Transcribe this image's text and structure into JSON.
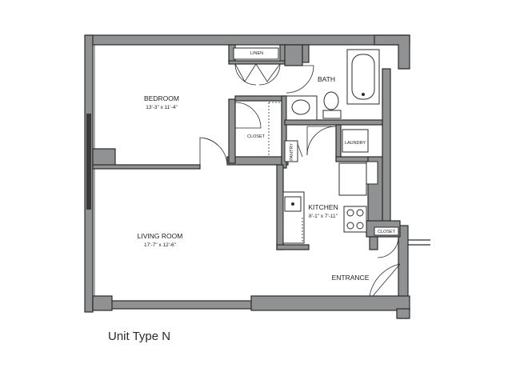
{
  "rooms": {
    "bedroom": {
      "name": "BEDROOM",
      "dims": "13'-3\" x 11'-4\""
    },
    "bath": {
      "name": "BATH"
    },
    "linen": {
      "name": "LINEN"
    },
    "closet_bedroom": {
      "name": "CLOSET"
    },
    "pantry": {
      "name": "PANTRY"
    },
    "laundry": {
      "name": "LAUNDRY"
    },
    "kitchen": {
      "name": "KITCHEN",
      "dims": "8'-1\" x 7'-11\""
    },
    "closet_entry": {
      "name": "CLOSET"
    },
    "living_room": {
      "name": "LIVING ROOM",
      "dims": "17'-7\" x 12'-6\""
    },
    "entrance": {
      "name": "ENTRANCE"
    }
  },
  "caption": "Unit Type N"
}
